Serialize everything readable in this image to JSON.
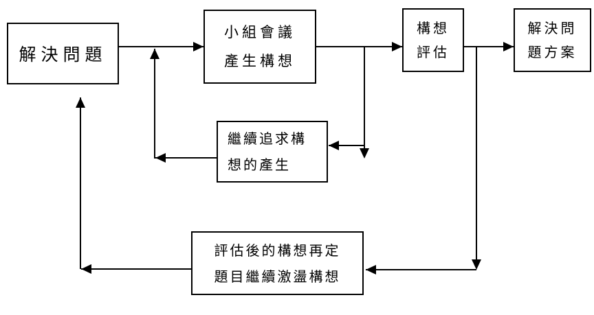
{
  "colors": {
    "background": "#ffffff",
    "line": "#000000",
    "text": "#000000"
  },
  "nodes": [
    {
      "name": "solve-problem",
      "lines": [
        "解決問題"
      ]
    },
    {
      "name": "group-meeting-generates-ideas",
      "lines": [
        "小組會議",
        "產生構想"
      ]
    },
    {
      "name": "idea-evaluation",
      "lines": [
        "構想",
        "評估"
      ]
    },
    {
      "name": "problem-solution",
      "lines": [
        "解決問",
        "題方案"
      ]
    },
    {
      "name": "continue-pursuing-idea-generation",
      "lines": [
        "繼續追求構",
        "想的產生"
      ]
    },
    {
      "name": "evaluated-ideas-redefine-topic-continue-brainstorming",
      "lines": [
        "評估後的構想再定",
        "題目繼續激盪構想"
      ]
    }
  ],
  "edges": [
    {
      "from": "solve-problem",
      "to": "group-meeting-generates-ideas"
    },
    {
      "from": "group-meeting-generates-ideas",
      "to": "idea-evaluation"
    },
    {
      "from": "idea-evaluation",
      "to": "problem-solution"
    },
    {
      "from": "group-meeting-generates-ideas",
      "to": "continue-pursuing-idea-generation",
      "note": "branch dropping down from the meeting-to-evaluation arrow"
    },
    {
      "from": "continue-pursuing-idea-generation",
      "to": "group-meeting-generates-ideas",
      "note": "feedback left then up into the first arrow"
    },
    {
      "from": "idea-evaluation",
      "to": "evaluated-ideas-redefine-topic-continue-brainstorming",
      "note": "branch dropping down from the evaluation-to-solution arrow"
    },
    {
      "from": "evaluated-ideas-redefine-topic-continue-brainstorming",
      "to": "solve-problem",
      "note": "feedback left then up toward solve-problem"
    }
  ]
}
